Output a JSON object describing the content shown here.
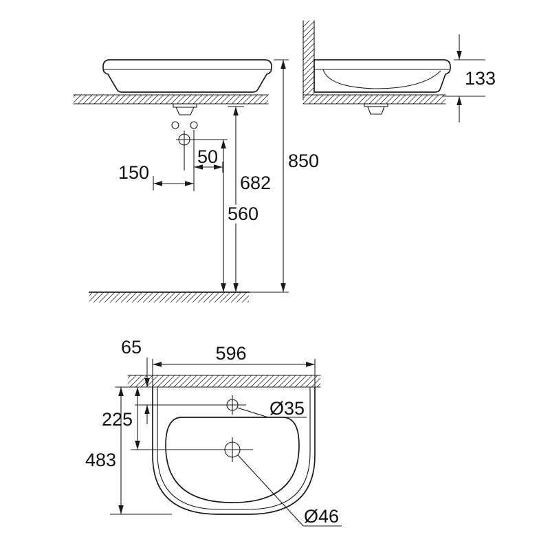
{
  "colors": {
    "ink": "#1a1a1a",
    "background": "#ffffff"
  },
  "dimensions": {
    "front_view": {
      "overall_height": "850",
      "underside_height": "682",
      "trap_height": "560",
      "fixing_hole_offset": "150",
      "fixing_hole_spacing": "50"
    },
    "side_view": {
      "front_edge_height": "133"
    },
    "top_view": {
      "basin_width": "596",
      "tap_hole_offset": "65",
      "drain_offset": "225",
      "basin_depth": "483",
      "tap_hole_diameter": "Ø35",
      "drain_diameter": "Ø46"
    }
  }
}
